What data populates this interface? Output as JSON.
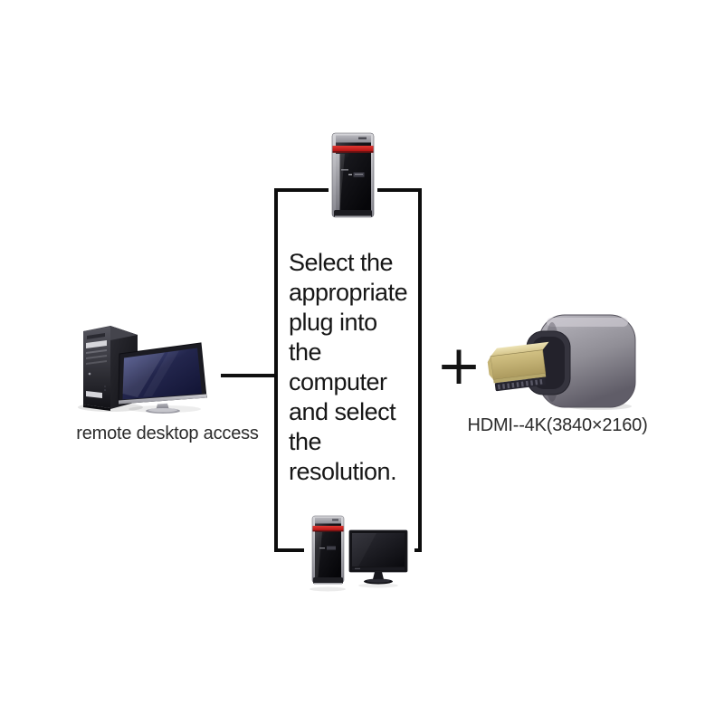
{
  "canvas": {
    "background": "#ffffff"
  },
  "instruction_box": {
    "lines": [
      "Select the",
      "appropriate",
      "plug into",
      "the",
      "computer",
      "and select",
      "the",
      "resolution."
    ],
    "full_text": "Select the appropriate plug into the computer and select the resolution.",
    "border_color": "#0d0d0d"
  },
  "left_item": {
    "label": "remote desktop access",
    "icon": "desktop-pc-with-monitor-icon"
  },
  "right_item": {
    "label": "HDMI--4K(3840×2160)",
    "icon": "hdmi-dummy-plug-icon"
  },
  "plus_sign": "+",
  "top_item": {
    "icon": "desktop-tower-icon"
  },
  "bottom_item": {
    "icon": "desktop-tower-with-monitor-icon"
  },
  "colors": {
    "line_black": "#101010",
    "text_black": "#161616",
    "caption_gray": "#2b2b2b",
    "tower_red_stripe": "#c41f1f",
    "adapter_body_gray": "#908e96",
    "adapter_gold": "#d2c183",
    "monitor_navy": "#23264d"
  }
}
